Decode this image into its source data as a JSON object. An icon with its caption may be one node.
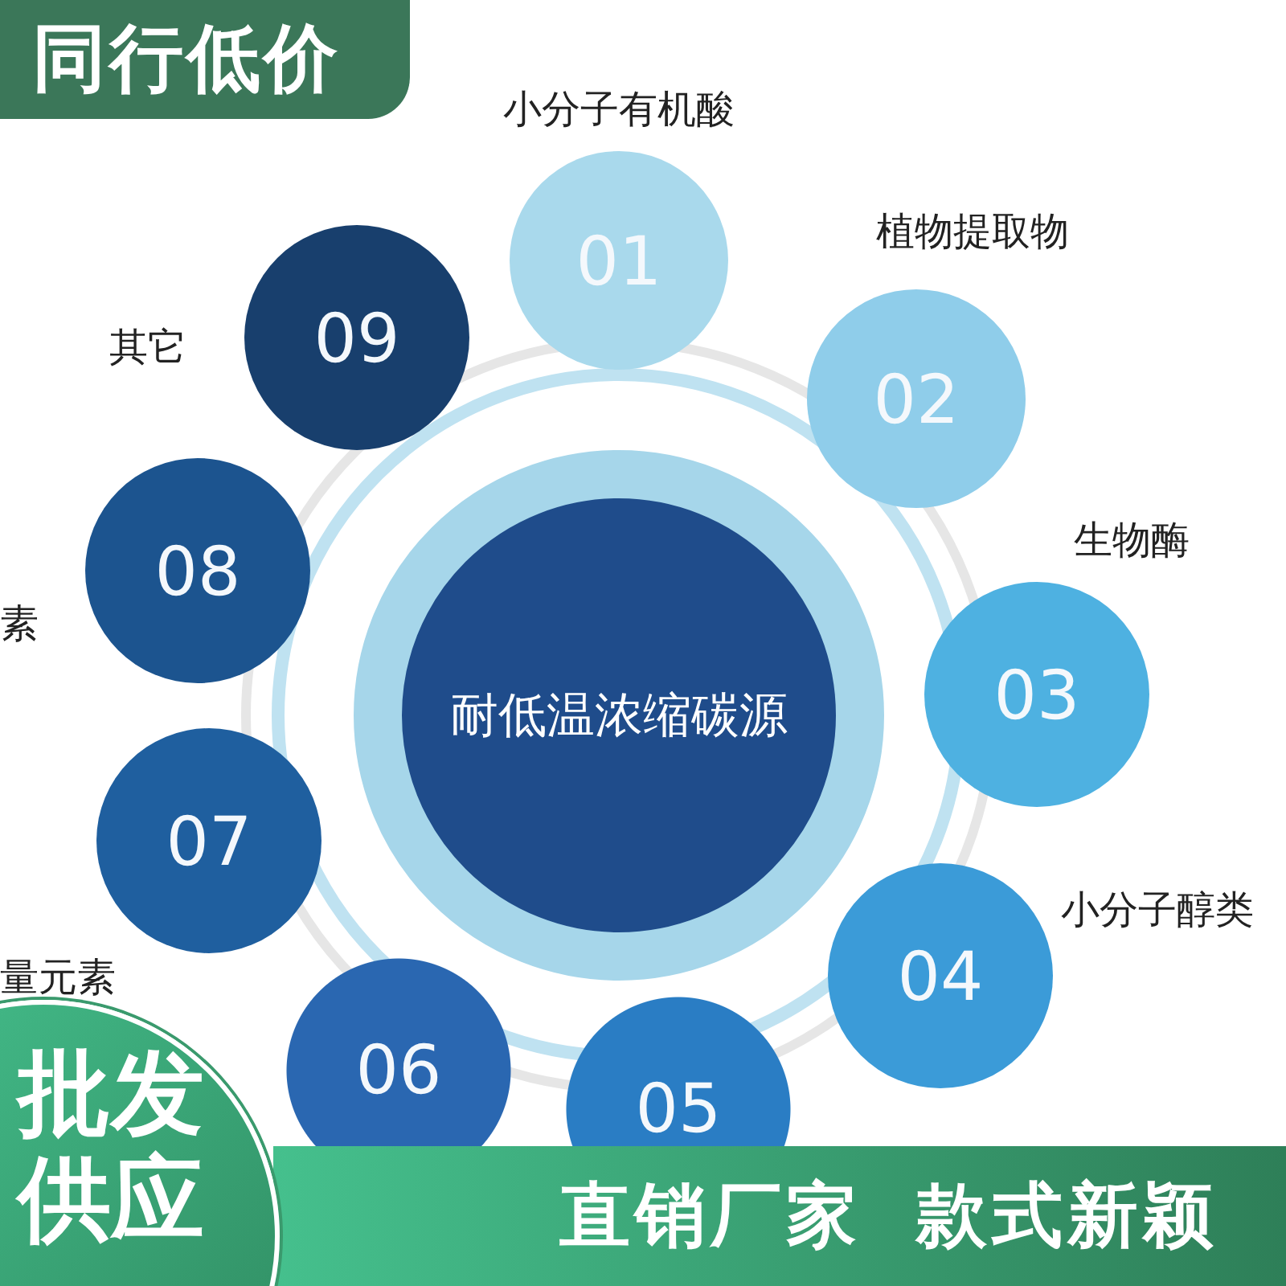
{
  "diagram": {
    "nodes": [
      {
        "text": [
          "同行低价"
        ]
      },
      {
        "text": [
          "耐低温浓缩碳源"
        ]
      },
      {
        "text": [
          "01"
        ],
        "beside": [
          "小分子有机酸"
        ]
      },
      {
        "text": [
          "02"
        ],
        "beside": [
          "植物提取物"
        ]
      },
      {
        "text": [
          "03"
        ],
        "beside": [
          "生物酶"
        ]
      },
      {
        "text": [
          "04"
        ],
        "beside": [
          "小分子醇类"
        ]
      },
      {
        "text": [
          "05"
        ]
      },
      {
        "text": [
          "06"
        ]
      },
      {
        "text": [
          "07"
        ],
        "beside": [
          "量元素"
        ]
      },
      {
        "text": [
          "08"
        ],
        "beside": [
          "素"
        ]
      },
      {
        "text": [
          "09"
        ],
        "beside": [
          "其它"
        ]
      },
      {
        "text": [
          "批发供应"
        ]
      },
      {
        "text": [
          "直销厂家",
          "款式新颖"
        ]
      }
    ]
  }
}
